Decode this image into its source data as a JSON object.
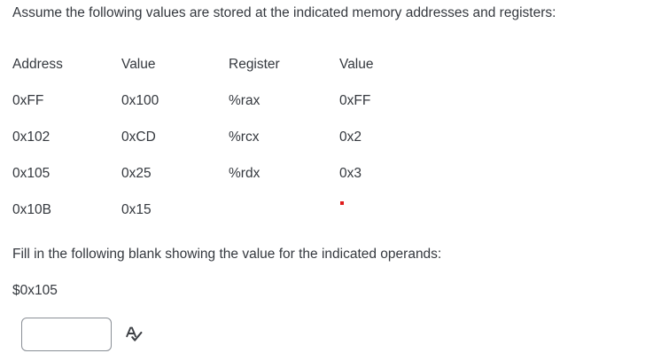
{
  "question": {
    "intro": "Assume the following values are stored at the indicated memory addresses and registers:",
    "prompt": "Fill in the following blank showing the value for the indicated operands:",
    "operand": "$0x105"
  },
  "table": {
    "headers": [
      "Address",
      "Value",
      "Register",
      "Value"
    ],
    "rows": [
      [
        "0xFF",
        "0x100",
        "%rax",
        "0xFF"
      ],
      [
        "0x102",
        "0xCD",
        "%rcx",
        "0x2"
      ],
      [
        "0x105",
        "0x25",
        "%rdx",
        "0x3"
      ],
      [
        "0x10B",
        "0x15",
        "",
        ""
      ]
    ]
  },
  "answer": {
    "value": "",
    "placeholder": "",
    "spellcheck_icon": "spellcheck-icon"
  },
  "colors": {
    "text": "#34383e",
    "background": "#ffffff",
    "input_border": "#8a8f96",
    "dot": "#e01b1b"
  }
}
